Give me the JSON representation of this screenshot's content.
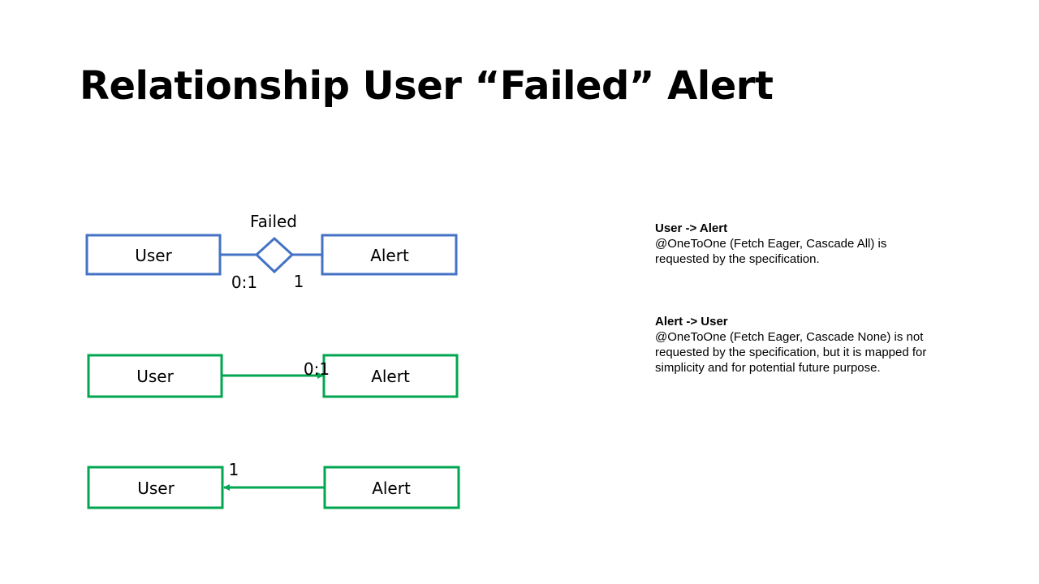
{
  "slide": {
    "title": "Relationship User “Failed” Alert"
  },
  "colors": {
    "relationship_blue": "#4472C4",
    "mapping_green": "#00A650",
    "text": "#000000"
  },
  "diagram": {
    "er_relationship": {
      "entity_left": "User",
      "entity_right": "Alert",
      "relationship_label": "Failed",
      "cardinality_left": "0:1",
      "cardinality_right": "1"
    },
    "mapping_user_to_alert": {
      "source": "User",
      "target": "Alert",
      "cardinality": "0:1"
    },
    "mapping_alert_to_user": {
      "source": "Alert",
      "target": "User",
      "cardinality": "1"
    }
  },
  "notes": [
    {
      "heading": "User -> Alert",
      "body": "@OneToOne  (Fetch Eager, Cascade All) is requested by the specification."
    },
    {
      "heading": "Alert -> User",
      "body": "@OneToOne  (Fetch Eager, Cascade None) is not requested by the specification, but it is mapped for simplicity and for potential future  purpose."
    }
  ]
}
